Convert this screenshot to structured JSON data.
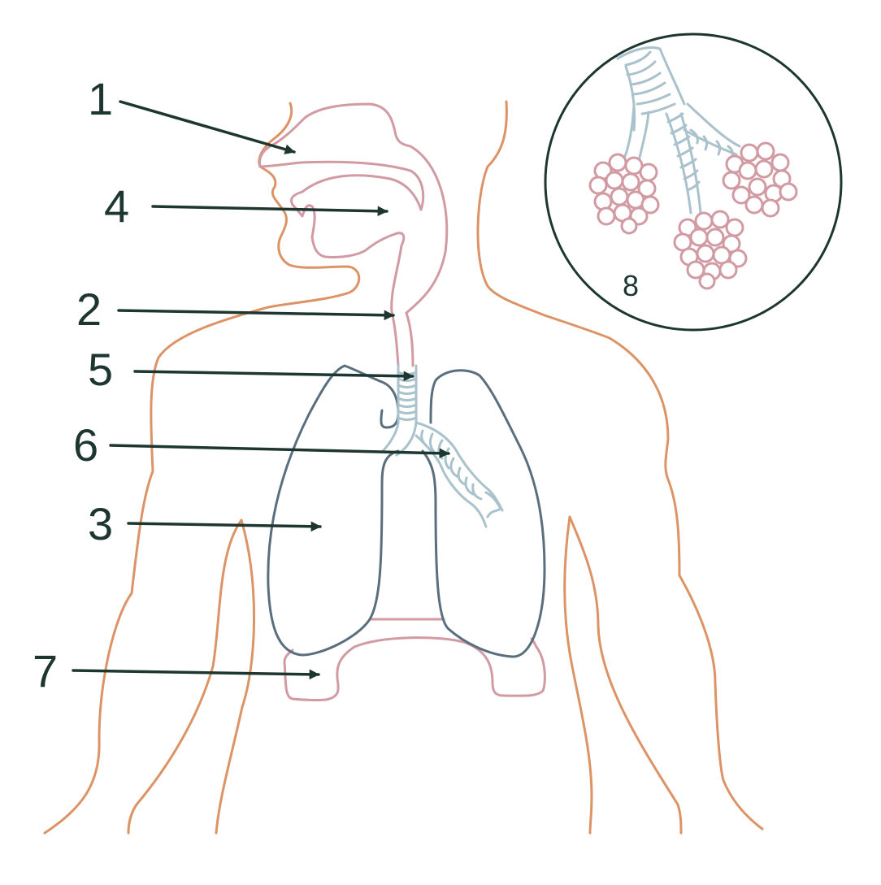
{
  "labels": {
    "l1": "1",
    "l2": "2",
    "l3": "3",
    "l4": "4",
    "l5": "5",
    "l6": "6",
    "l7": "7",
    "l8": "8"
  },
  "colors": {
    "body_outline": "#dc9466",
    "airway_pink": "#d29aa3",
    "lung_outline": "#5a6f7d",
    "bronchi_blue": "#a9c2cb",
    "arrow": "#1d3630",
    "inset_circle": "#1d3630"
  }
}
